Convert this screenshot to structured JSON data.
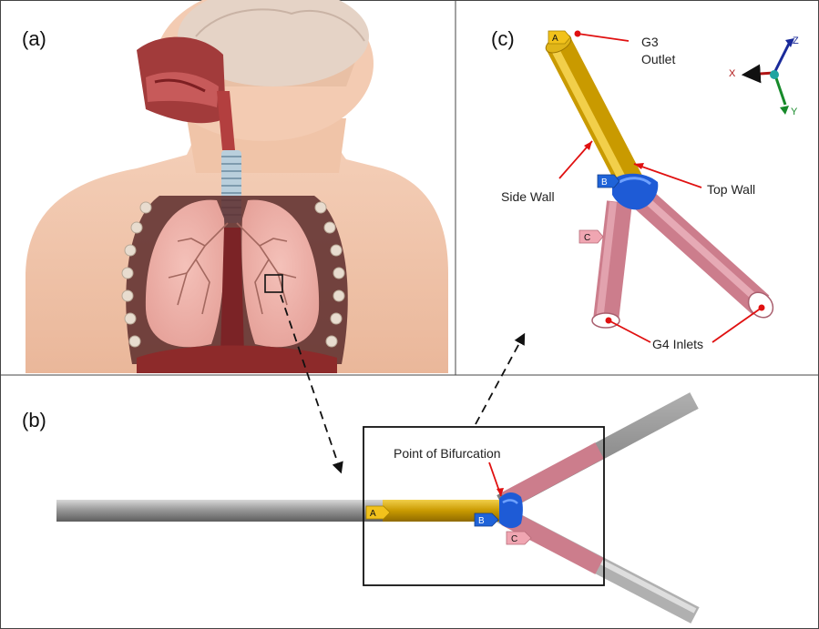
{
  "panels": {
    "a": {
      "label": "(a)"
    },
    "b": {
      "label": "(b)"
    },
    "c": {
      "label": "(c)"
    }
  },
  "panel_c": {
    "outlet_line1": "G3",
    "outlet_line2": "Outlet",
    "side_wall": "Side Wall",
    "top_wall": "Top Wall",
    "inlets": "G4 Inlets",
    "axes": {
      "x": "X",
      "y": "Y",
      "z": "Z"
    }
  },
  "panel_b": {
    "bifurcation": "Point of Bifurcation"
  },
  "tags": {
    "a": "A",
    "b": "B",
    "c": "C"
  },
  "colors": {
    "outlet_segment": "#d4a400",
    "junction": "#1e5bd6",
    "branch": "#cc7d8c",
    "pipe_grey": "#8c8c8c",
    "leader_line": "#e01010",
    "tag_a": "#f2c21b",
    "tag_b": "#1f63d8",
    "tag_c": "#f0a6b2",
    "axis_x": "#b01515",
    "axis_y": "#178a2a",
    "axis_z": "#1a2a9a"
  }
}
